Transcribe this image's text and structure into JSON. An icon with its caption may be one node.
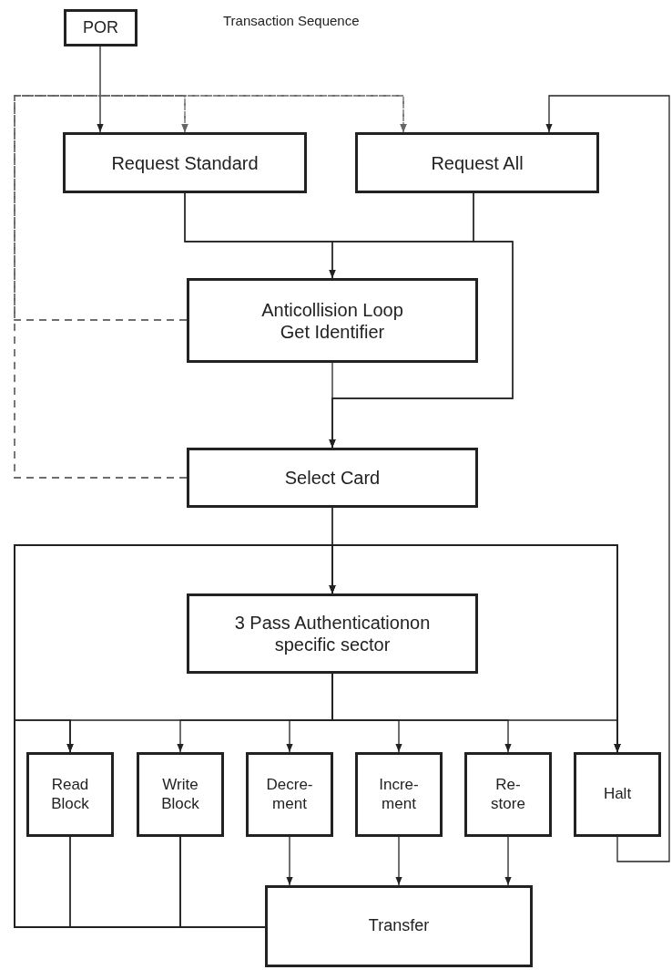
{
  "diagram": {
    "title": "Transaction Sequence",
    "nodes": [
      {
        "text": [
          "POR"
        ]
      },
      {
        "text": [
          "Request Standard"
        ]
      },
      {
        "text": [
          "Request All"
        ]
      },
      {
        "text": [
          "Anticollision Loop Get Identifier"
        ]
      },
      {
        "text": [
          "Select Card"
        ]
      },
      {
        "text": [
          "3 Pass Authenticationon specific sector"
        ]
      },
      {
        "text": [
          "Read Block"
        ]
      },
      {
        "text": [
          "Write Block"
        ]
      },
      {
        "text": [
          "Decre- ment"
        ]
      },
      {
        "text": [
          "Incre- ment"
        ]
      },
      {
        "text": [
          "Re- store"
        ]
      },
      {
        "text": [
          "Halt"
        ]
      },
      {
        "text": [
          "Transfer"
        ]
      }
    ],
    "edges": [
      {
        "from": 0,
        "to": 1,
        "arrow": "to"
      },
      {
        "from": 1,
        "to": 3,
        "arrow": "to"
      },
      {
        "from": 2,
        "to": 3,
        "arrow": "to"
      },
      {
        "from": 1,
        "to": 4,
        "arrow": "to"
      },
      {
        "from": 2,
        "to": 4,
        "arrow": "to"
      },
      {
        "from": 3,
        "to": 4,
        "arrow": "to"
      },
      {
        "from": 3,
        "to": 1,
        "arrow": "to",
        "style": "dashed",
        "color": "#666666"
      },
      {
        "from": 3,
        "to": 2,
        "arrow": "to",
        "style": "dashed",
        "color": "#666666"
      },
      {
        "from": 4,
        "to": 1,
        "arrow": "to",
        "style": "dashed",
        "color": "#666666"
      },
      {
        "from": 4,
        "to": 2,
        "arrow": "to",
        "style": "dashed",
        "color": "#666666"
      },
      {
        "from": 4,
        "to": 5,
        "arrow": "to"
      },
      {
        "from": 4,
        "to": 11,
        "arrow": "to"
      },
      {
        "from": 5,
        "to": 6,
        "arrow": "to"
      },
      {
        "from": 5,
        "to": 7,
        "arrow": "to"
      },
      {
        "from": 5,
        "to": 8,
        "arrow": "to"
      },
      {
        "from": 5,
        "to": 9,
        "arrow": "to"
      },
      {
        "from": 5,
        "to": 10,
        "arrow": "to"
      },
      {
        "from": 5,
        "to": 11,
        "arrow": "to"
      },
      {
        "from": 8,
        "to": 12,
        "arrow": "to"
      },
      {
        "from": 9,
        "to": 12,
        "arrow": "to"
      },
      {
        "from": 10,
        "to": 12,
        "arrow": "to"
      },
      {
        "from": 11,
        "to": 2,
        "arrow": "to"
      },
      {
        "from": 12,
        "to": 5,
        "arrow": "to"
      },
      {
        "from": 6,
        "to": 5,
        "arrow": "to"
      },
      {
        "from": 7,
        "to": 5,
        "arrow": "to"
      },
      {
        "from": 12,
        "to": 11,
        "arrow": "to"
      },
      {
        "from": 6,
        "to": 11,
        "arrow": "to"
      },
      {
        "from": 7,
        "to": 11,
        "arrow": "to"
      },
      {
        "from": 12,
        "to": 6,
        "arrow": "to"
      },
      {
        "from": 7,
        "to": 6,
        "arrow": "to"
      }
    ]
  }
}
